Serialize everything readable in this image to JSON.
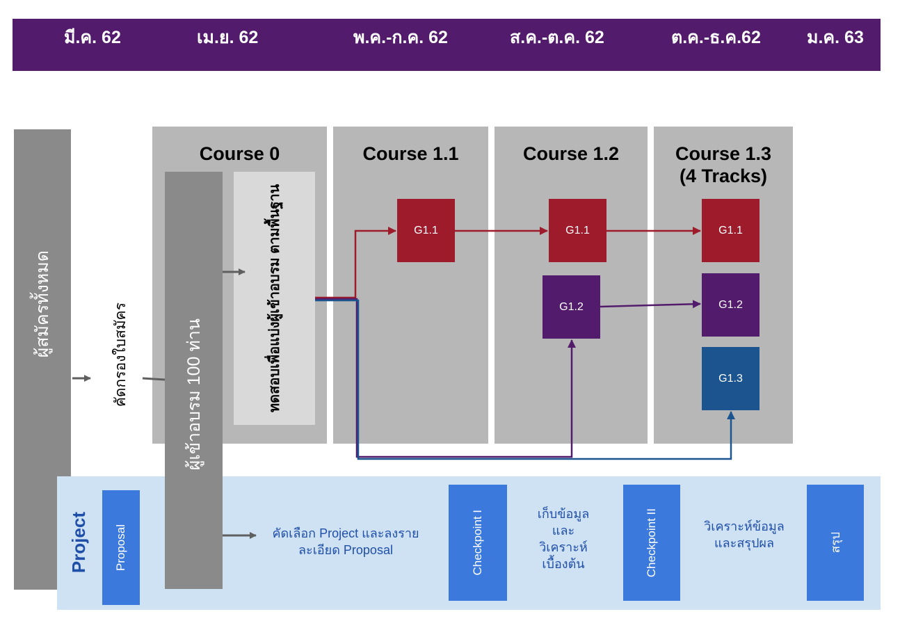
{
  "timeline": [
    "มี.ค. 62",
    "เม.ย. 62",
    "พ.ค.-ก.ค. 62",
    "ส.ค.-ต.ค. 62",
    "ต.ค.-ธ.ค.62",
    "ม.ค. 63"
  ],
  "applicants_label": "ผู้สมัครทั้งหมด",
  "screening_label": "คัดกรองใบสมัคร",
  "trainees_label": "ผู้เข้าอบรม 100 ท่าน",
  "placement_test_label": "ทดสอบเพื่อแบ่งผู้เข้าอบรม ตามพื้นฐาน",
  "courses": {
    "c0": "Course 0",
    "c11": "Course 1.1",
    "c12": "Course 1.2",
    "c13_line1": "Course 1.3",
    "c13_line2": "(4 Tracks)"
  },
  "groups": {
    "c11_g11": "G1.1",
    "c12_g11": "G1.1",
    "c12_g12": "G1.2",
    "c13_g11": "G1.1",
    "c13_g12": "G1.2",
    "c13_g13": "G1.3"
  },
  "project": {
    "title": "Project",
    "proposal": "Proposal",
    "select_line1": "คัดเลือก Project และลงราย",
    "select_line2": "ละเอียด Proposal",
    "checkpoint1": "Checkpoint I",
    "collect_line1": "เก็บข้อมูล",
    "collect_line2": "และ",
    "collect_line3": "วิเคราะห์",
    "collect_line4": "เบื้องต้น",
    "checkpoint2": "Checkpoint II",
    "analyze_line1": "วิเคราะห์ข้อมูล",
    "analyze_line2": "และสรุปผล",
    "summary": "สรุป"
  },
  "colors": {
    "header": "#521b6b",
    "group_red": "#9e1b2c",
    "group_purple": "#521b6b",
    "group_blue": "#1c5490",
    "project_band": "#cfe2f3",
    "project_box": "#3b79dc"
  }
}
